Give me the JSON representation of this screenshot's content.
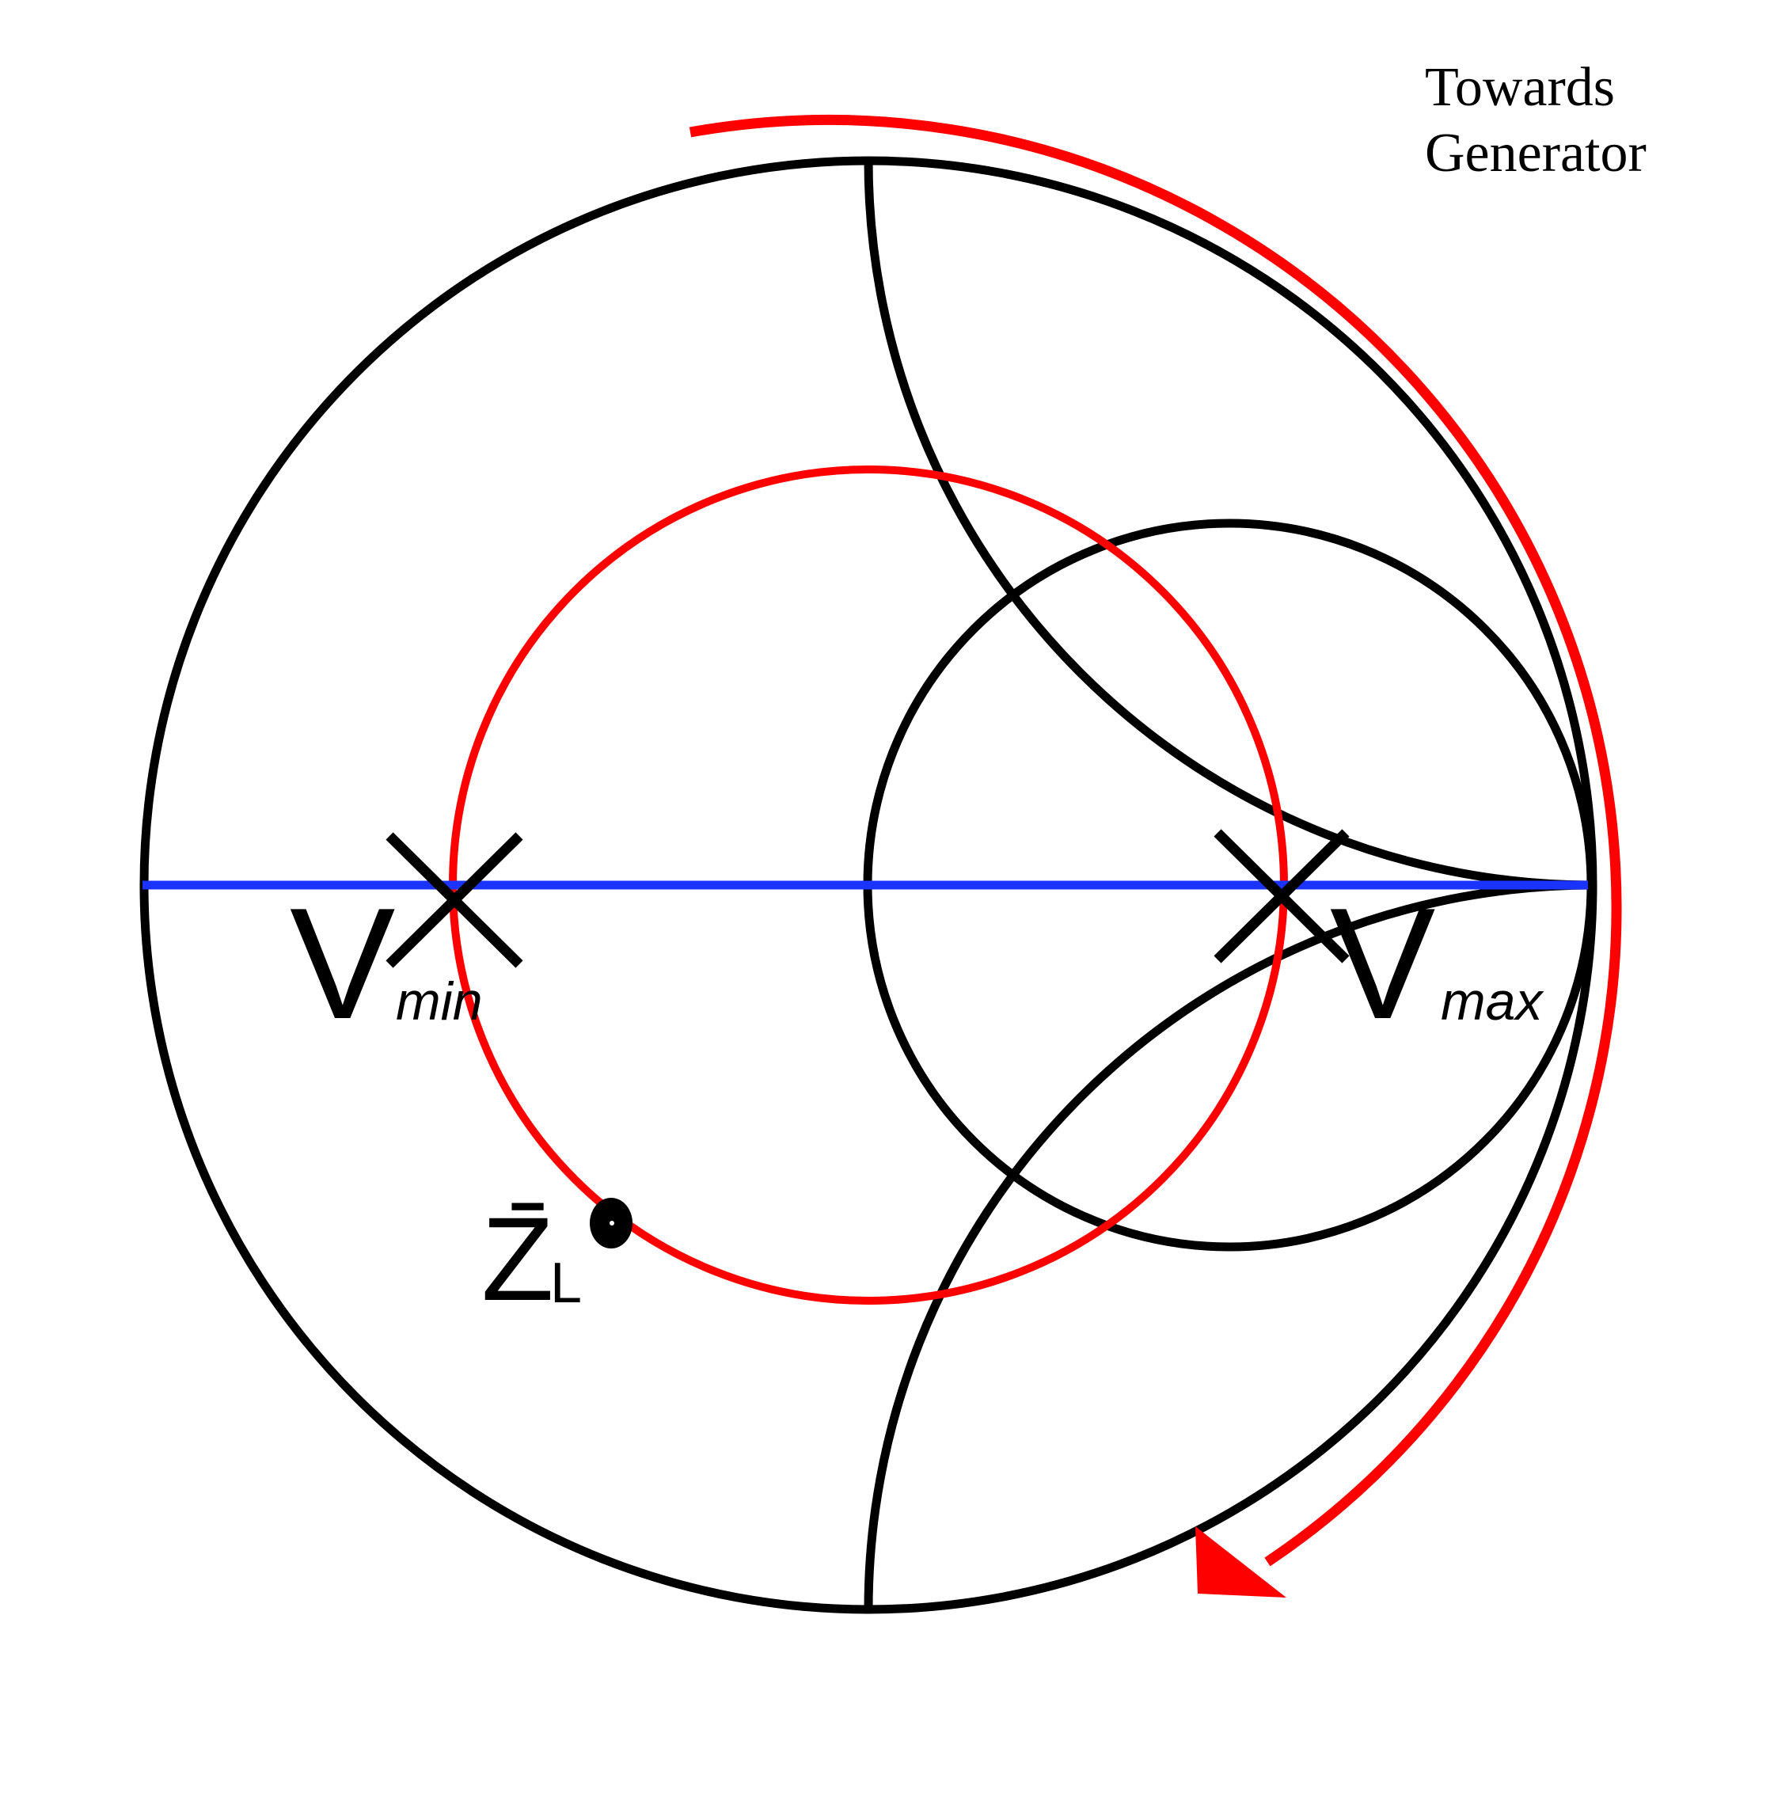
{
  "annotation": {
    "line1": "Towards",
    "line2": "Generator"
  },
  "labels": {
    "vmin_main": "V",
    "vmin_sub": "min",
    "vmax_main": "V",
    "vmax_sub": "max",
    "zl_main": "Z̄",
    "zl_sub": "L"
  },
  "colors": {
    "chart_outline": "#000000",
    "swr_circle": "#ff0000",
    "real_axis": "#1a33ff",
    "arrow": "#ff0000",
    "text": "#000000"
  }
}
